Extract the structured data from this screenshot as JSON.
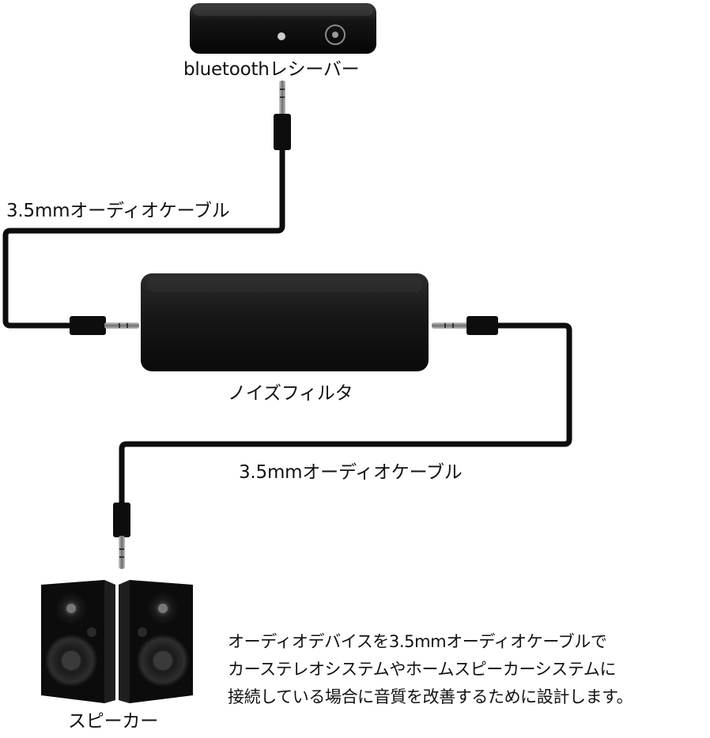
{
  "labels": {
    "receiver": "bluetoothレシーバー",
    "cable_top": "3.5mmオーディオケーブル",
    "filter": "ノイズフィルタ",
    "cable_bottom": "3.5mmオーディオケーブル",
    "speaker": "スピーカー"
  },
  "description": {
    "lines": [
      "オーディオデバイスを3.5mmオーディオケーブルで",
      "カーステレオシステムやホームスピーカーシステムに",
      "接続している場合に音質を改善するために設計します。"
    ]
  },
  "colors": {
    "cable": "#0d0d0d",
    "device_dark": "#111111",
    "filter_body": "#1a1a1a",
    "plug_metal": "#8a8a8a"
  }
}
